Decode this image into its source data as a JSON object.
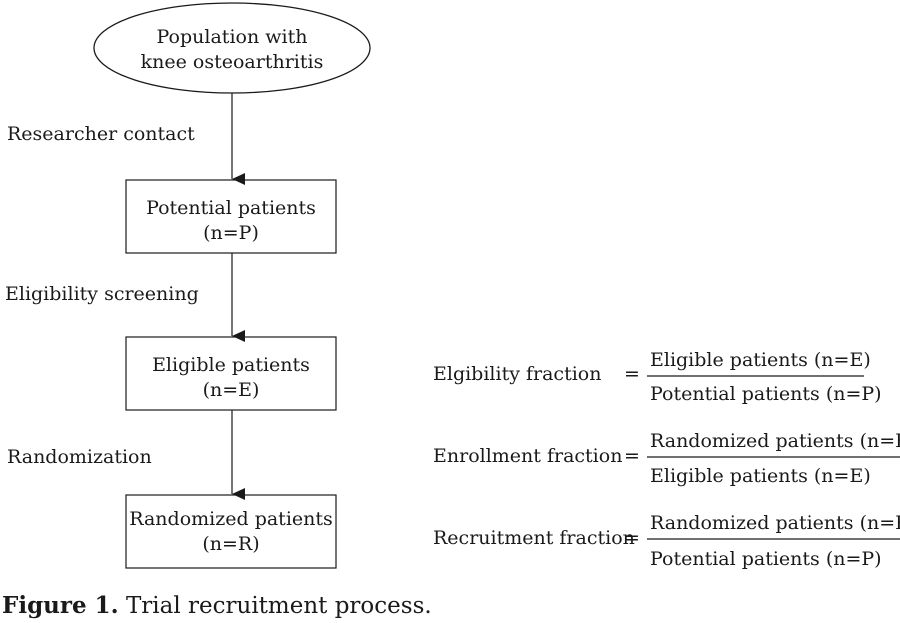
{
  "nodes": [
    {
      "id": "population",
      "lines": [
        "Population with",
        "knee osteoarthritis"
      ]
    },
    {
      "id": "potential",
      "lines": [
        "Potential patients",
        "(n=P)"
      ]
    },
    {
      "id": "eligible",
      "lines": [
        "Eligible patients",
        "(n=E)"
      ]
    },
    {
      "id": "randomized",
      "lines": [
        "Randomized patients",
        "(n=R)"
      ]
    }
  ],
  "edges": [
    {
      "from": "population",
      "to": "potential",
      "label": "Researcher contact"
    },
    {
      "from": "potential",
      "to": "eligible",
      "label": "Eligibility screening"
    },
    {
      "from": "eligible",
      "to": "randomized",
      "label": "Randomization"
    }
  ],
  "fractions": [
    {
      "name": "Elgibility fraction",
      "eq": "=",
      "numerator": "Eligible patients (n=E)",
      "denominator": "Potential patients (n=P)"
    },
    {
      "name": "Enrollment fraction",
      "eq": "=",
      "numerator": "Randomized patients (n=R)",
      "denominator": "Eligible patients (n=E)"
    },
    {
      "name": "Recruitment fraction",
      "eq": "=",
      "numerator": "Randomized patients (n=R)",
      "denominator": "Potential patients (n=P)"
    }
  ],
  "caption": {
    "label": "Figure 1.",
    "text": " Trial recruitment process."
  }
}
